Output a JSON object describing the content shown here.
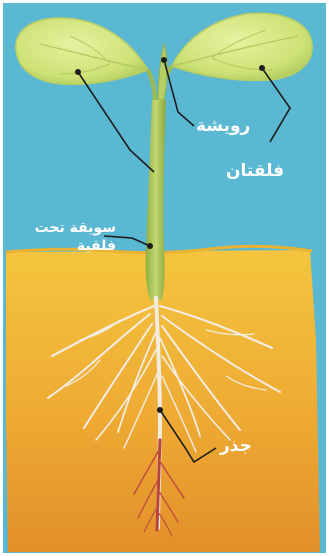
{
  "diagram": {
    "labels": {
      "plumule": "رويشة",
      "cotyledons": "فلقتان",
      "hypocotyl_line1": "سويقة تحت",
      "hypocotyl_line2": "فلقية",
      "root": "جذر"
    },
    "colors": {
      "sky": "#59b9d4",
      "soil_top": "#f2c13a",
      "soil_bottom": "#e59a2c",
      "leaf": "#cfe37a",
      "stem": "#a7c35a",
      "root": "#f3ede4",
      "root_tip": "#b8453a",
      "label_text": "#ffffff",
      "leader_line": "#1d1d1d"
    }
  }
}
